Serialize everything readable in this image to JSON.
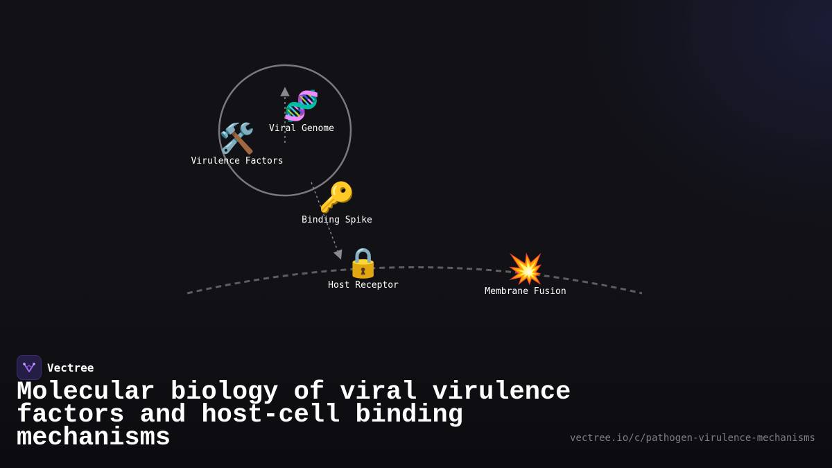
{
  "diagram": {
    "nodes": [
      {
        "id": "viral-genome",
        "emoji": "🧬",
        "label": "Viral Genome"
      },
      {
        "id": "virulence-factors",
        "emoji": "🛠️",
        "label": "Virulence Factors"
      },
      {
        "id": "binding-spike",
        "emoji": "🔑",
        "label": "Binding Spike"
      },
      {
        "id": "host-receptor",
        "emoji": "🔒",
        "label": "Host Receptor"
      },
      {
        "id": "membrane-fusion",
        "emoji": "💥",
        "label": "Membrane Fusion"
      }
    ],
    "edges": [
      {
        "from": "virulence-factors",
        "to": "viral-genome"
      },
      {
        "from": "binding-spike",
        "to": "host-receptor"
      }
    ],
    "colors": {
      "circle": "#7a7a7e",
      "arrow": "#8a8a8e",
      "membrane": "#5e5e62"
    }
  },
  "brand": {
    "name": "Vectree",
    "icon": "vectree-logo-icon",
    "accent": "#a46cf0"
  },
  "title": "Molecular biology of viral virulence factors and host-cell binding mechanisms",
  "url": "vectree.io/c/pathogen-virulence-mechanisms"
}
